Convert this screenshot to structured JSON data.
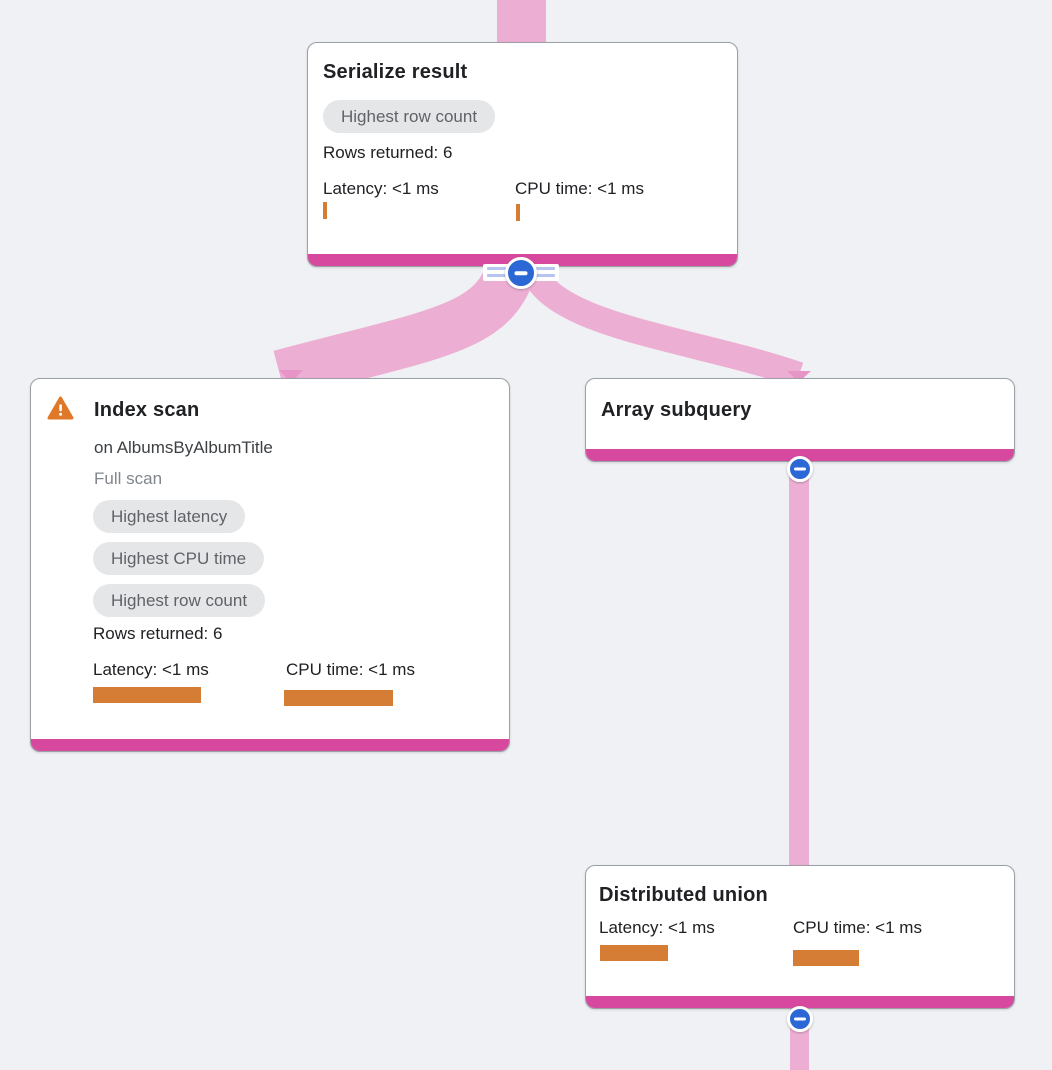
{
  "diagram": {
    "type": "query-execution-plan",
    "colors": {
      "background": "#f0f1f4",
      "node_accent": "#d6499e",
      "edge": "#ecaed3",
      "edge_arrow": "#e794c6",
      "metric_bar": "#d57d35",
      "warning": "#e0782a",
      "collapse_button": "#2c67d6",
      "badge_bg": "#e5e6e8",
      "badge_text": "#5f6368"
    },
    "icons": {
      "warning": "warning-triangle-icon",
      "collapse": "minus-circle-icon"
    }
  },
  "nodes": {
    "serialize_result": {
      "title": "Serialize result",
      "badges": [
        "Highest row count"
      ],
      "rows_returned": "Rows returned: 6",
      "latency_label": "Latency: <1 ms",
      "cpu_label": "CPU time: <1 ms"
    },
    "index_scan": {
      "title": "Index scan",
      "target": "on AlbumsByAlbumTitle",
      "scan_type": "Full scan",
      "badges": [
        "Highest latency",
        "Highest CPU time",
        "Highest row count"
      ],
      "rows_returned": "Rows returned: 6",
      "latency_label": "Latency: <1 ms",
      "cpu_label": "CPU time: <1 ms"
    },
    "array_subquery": {
      "title": "Array subquery"
    },
    "distributed_union": {
      "title": "Distributed union",
      "latency_label": "Latency: <1 ms",
      "cpu_label": "CPU time: <1 ms"
    }
  }
}
